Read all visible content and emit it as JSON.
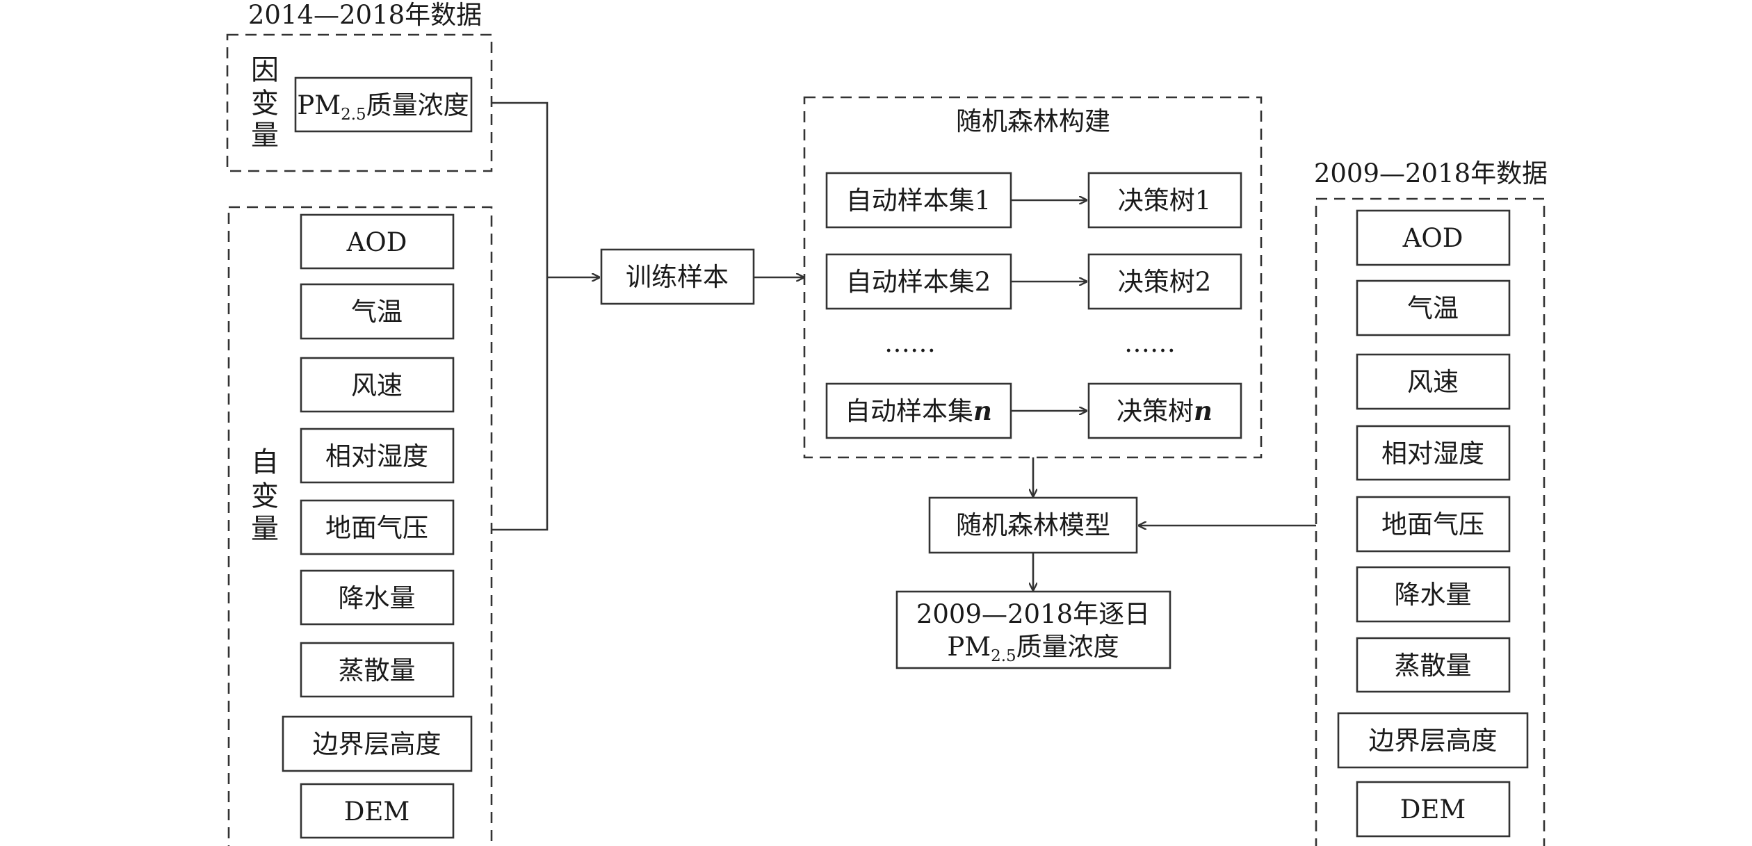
{
  "left_group": {
    "title": "2014—2018年数据",
    "dependent": {
      "label_chars": [
        "因",
        "变",
        "量"
      ],
      "pm_prefix": "PM",
      "pm_sub": "2.5",
      "pm_suffix": "质量浓度"
    },
    "independent": {
      "label_chars": [
        "自",
        "变",
        "量"
      ],
      "items": [
        "AOD",
        "气温",
        "风速",
        "相对湿度",
        "地面气压",
        "降水量",
        "蒸散量",
        "边界层高度",
        "DEM"
      ]
    }
  },
  "training": {
    "label": "训练样本"
  },
  "rf_build": {
    "title": "随机森林构建",
    "rows": [
      {
        "sample": "自动样本集1",
        "tree": "决策树1"
      },
      {
        "sample": "自动样本集2",
        "tree": "决策树2"
      },
      {
        "sample_prefix": "自动样本集",
        "tree_prefix": "决策树",
        "italic": "n"
      }
    ],
    "ellipsis_left": "……",
    "ellipsis_right": "……"
  },
  "rf_model": {
    "label": "随机森林模型"
  },
  "output": {
    "line1": "2009—2018年逐日",
    "pm_prefix": "PM",
    "pm_sub": "2.5",
    "pm_suffix": "质量浓度"
  },
  "right_group": {
    "title": "2009—2018年数据",
    "items": [
      "AOD",
      "气温",
      "风速",
      "相对湿度",
      "地面气压",
      "降水量",
      "蒸散量",
      "边界层高度",
      "DEM"
    ]
  }
}
